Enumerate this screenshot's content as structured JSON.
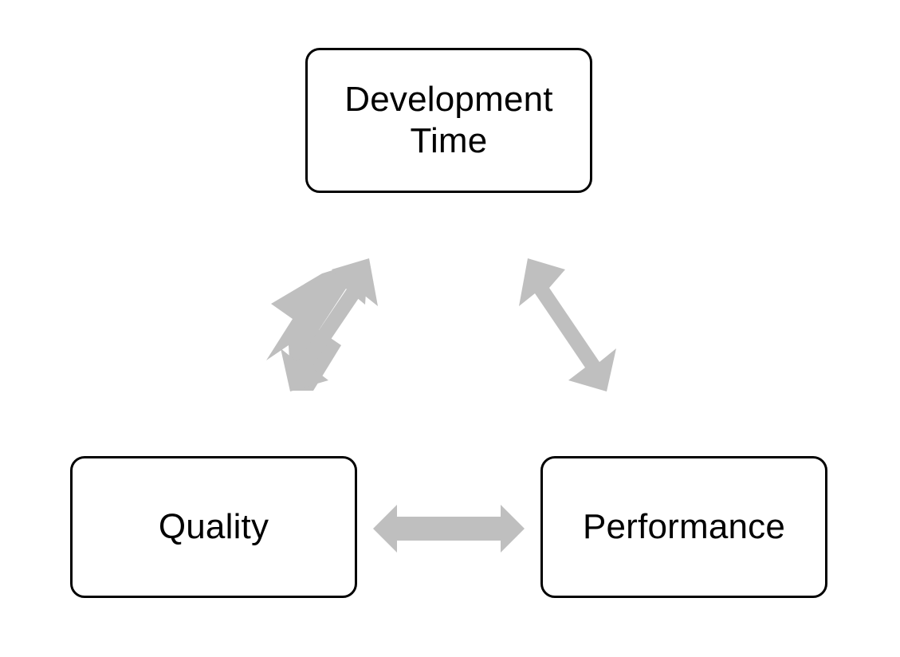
{
  "diagram": {
    "title": "Development Time / Quality / Performance trade-off triangle",
    "background_color": "#FFFFFF",
    "node_border_color": "#000000",
    "node_fill_color": "#FFFFFF",
    "arrow_color": "#BFBFBF",
    "text_color": "#000000",
    "nodes": [
      {
        "id": "development-time",
        "label": "Development\nTime",
        "position": "top-center"
      },
      {
        "id": "quality",
        "label": "Quality",
        "position": "bottom-left"
      },
      {
        "id": "performance",
        "label": "Performance",
        "position": "bottom-right"
      }
    ],
    "connectors": [
      {
        "id": "development-time-quality",
        "from": "development-time",
        "to": "quality",
        "style": "double-headed-arrow",
        "orientation": "diagonal-down-left"
      },
      {
        "id": "development-time-performance",
        "from": "development-time",
        "to": "performance",
        "style": "double-headed-arrow",
        "orientation": "diagonal-down-right"
      },
      {
        "id": "quality-performance",
        "from": "quality",
        "to": "performance",
        "style": "double-headed-arrow",
        "orientation": "horizontal"
      }
    ]
  }
}
